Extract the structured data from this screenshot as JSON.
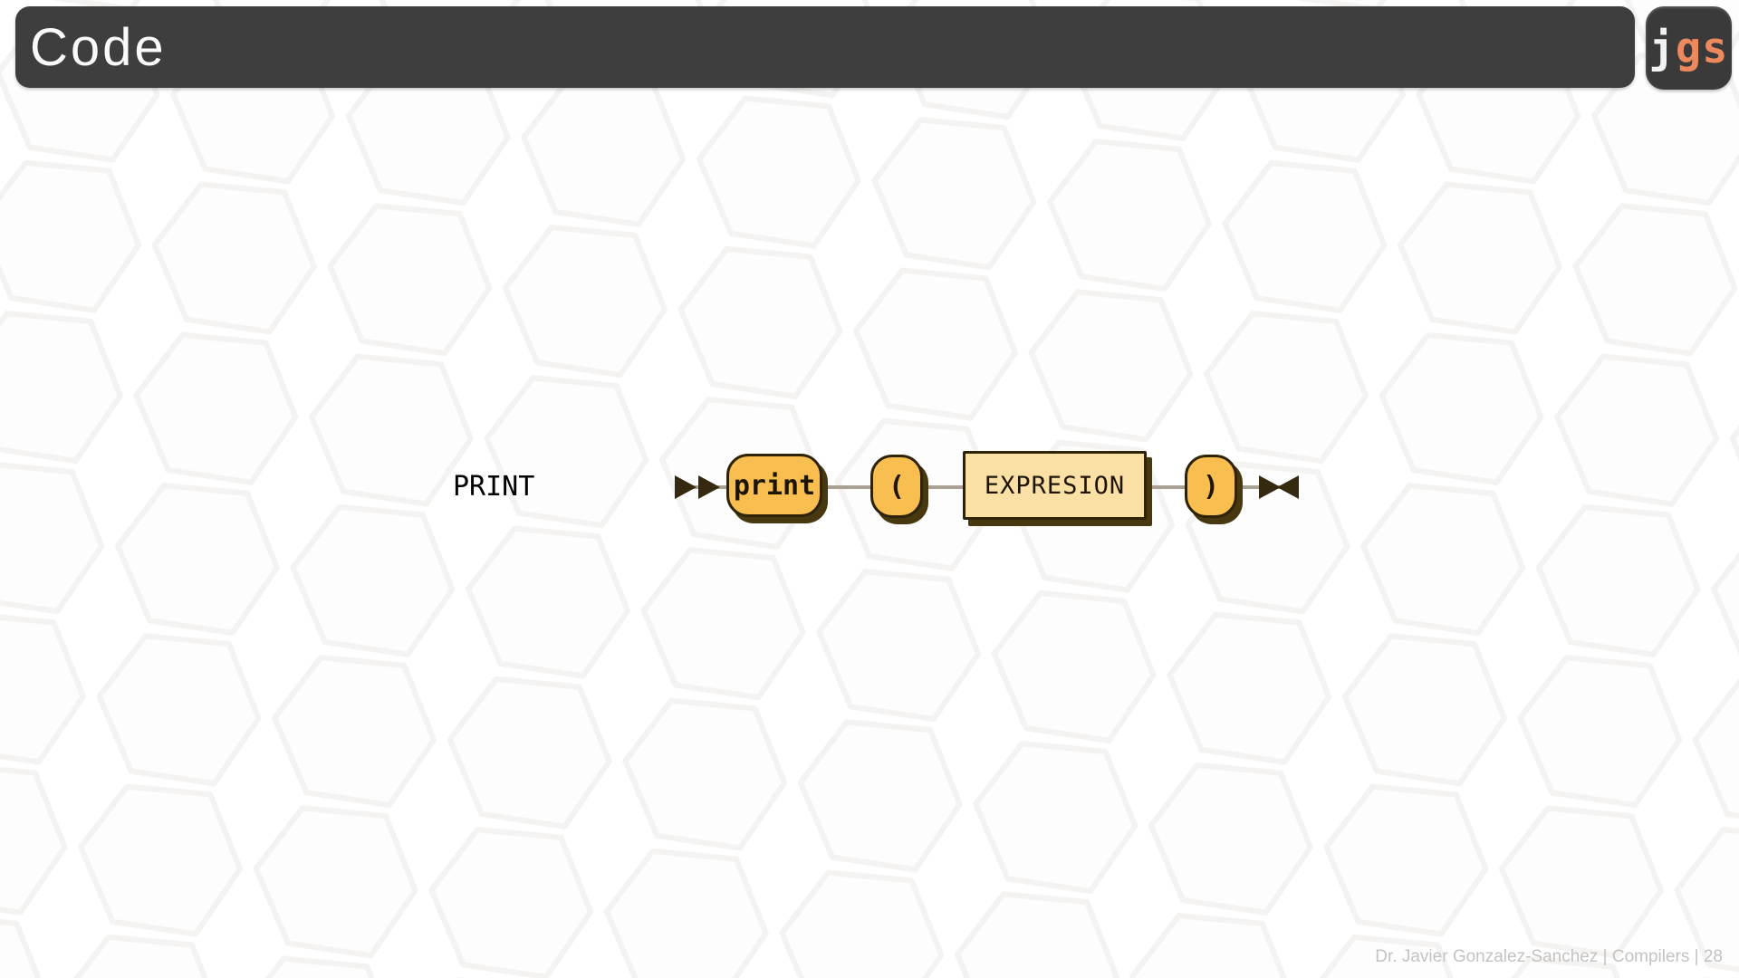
{
  "slide": {
    "header": {
      "title": "Code"
    },
    "logo": {
      "j": "j",
      "gs": "gs"
    },
    "footer": {
      "credit": "Dr. Javier Gonzalez-Sanchez | Compilers | 28"
    }
  },
  "diagram": {
    "type": "railroad-syntax-diagram",
    "rule_name": "PRINT",
    "sequence": [
      "print",
      "(",
      "EXPRESION",
      ")"
    ],
    "nodes": [
      {
        "kind": "terminal",
        "label": "print"
      },
      {
        "kind": "terminal",
        "label": "("
      },
      {
        "kind": "non-terminal",
        "label": "EXPRESION"
      },
      {
        "kind": "terminal",
        "label": ")"
      }
    ],
    "start_marker": "double-right-arrow",
    "end_marker": "bowtie-arrow"
  },
  "colors": {
    "page_bg": "#ffffff",
    "header_bg": "#3f3e3e",
    "header_text": "#fafafa",
    "logo_bg": "#3b3a3a",
    "logo_j": "#f2f2f2",
    "logo_gs": "#ec8a5e",
    "terminal_fill": "#f8be50",
    "nonterminal_fill": "#fbe0a6",
    "node_border": "#2e2306",
    "node_shadow": "#47380f",
    "rail_line": "#a9a193",
    "arrow": "#352910",
    "node_text": "#1d1402",
    "rule_text": "#000000",
    "footer_text": "#c4c3c2"
  }
}
